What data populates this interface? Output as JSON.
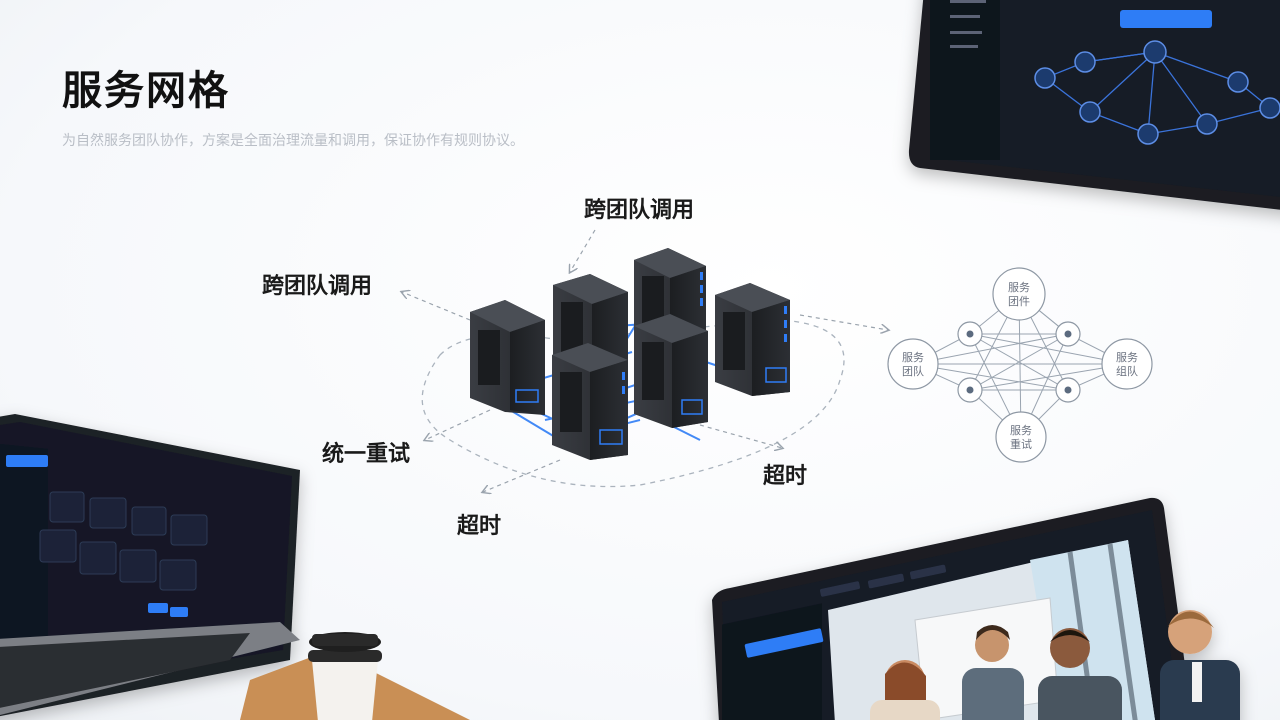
{
  "slide": {
    "title": "服务网格",
    "subtitle": "为自然服务团队协作，方案是全面治理流量和调用，保证协作有规则协议。"
  },
  "labels": {
    "top_call": "跨团队调用",
    "left_call": "跨团队调用",
    "retry": "统一重试",
    "timeout_left": "超时",
    "timeout_right": "超时"
  },
  "network": {
    "nodes": {
      "top": [
        "服务",
        "团件"
      ],
      "left": [
        "服务",
        "团队"
      ],
      "right": [
        "服务",
        "组队"
      ],
      "bottom": [
        "服务",
        "重试"
      ]
    }
  },
  "colors": {
    "accent": "#2f7df6",
    "server": "#2b2e33",
    "dark_ui": "#141a26"
  }
}
